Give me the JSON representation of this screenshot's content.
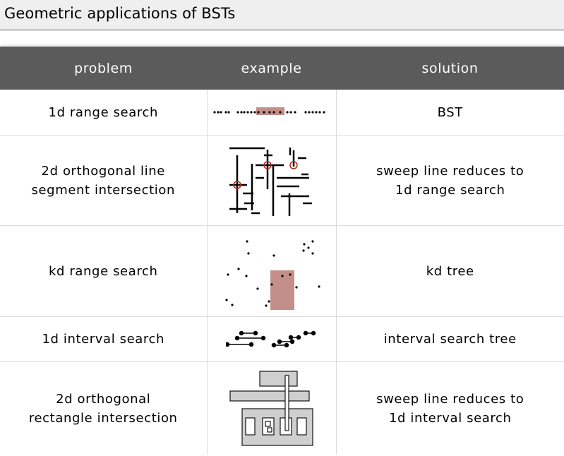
{
  "slide": {
    "title": "Geometric applications of BSTs"
  },
  "table": {
    "headers": [
      "problem",
      "example",
      "solution"
    ],
    "rows": [
      {
        "problem": [
          "1d range search"
        ],
        "solution": [
          "BST"
        ]
      },
      {
        "problem": [
          "2d orthogonal line",
          "segment intersection"
        ],
        "solution": [
          "sweep line reduces to",
          "1d range search"
        ]
      },
      {
        "problem": [
          "kd range search"
        ],
        "solution": [
          "kd tree"
        ]
      },
      {
        "problem": [
          "1d interval search"
        ],
        "solution": [
          "interval search tree"
        ]
      },
      {
        "problem": [
          "2d orthogonal",
          "rectangle intersection"
        ],
        "solution": [
          "sweep line reduces to",
          "1d interval search"
        ]
      }
    ]
  },
  "colors": {
    "header_bg": "#5b5b5b",
    "highlight": "#c48f89",
    "intersection": "#b03020",
    "rect_fill": "#cfcfcf"
  }
}
